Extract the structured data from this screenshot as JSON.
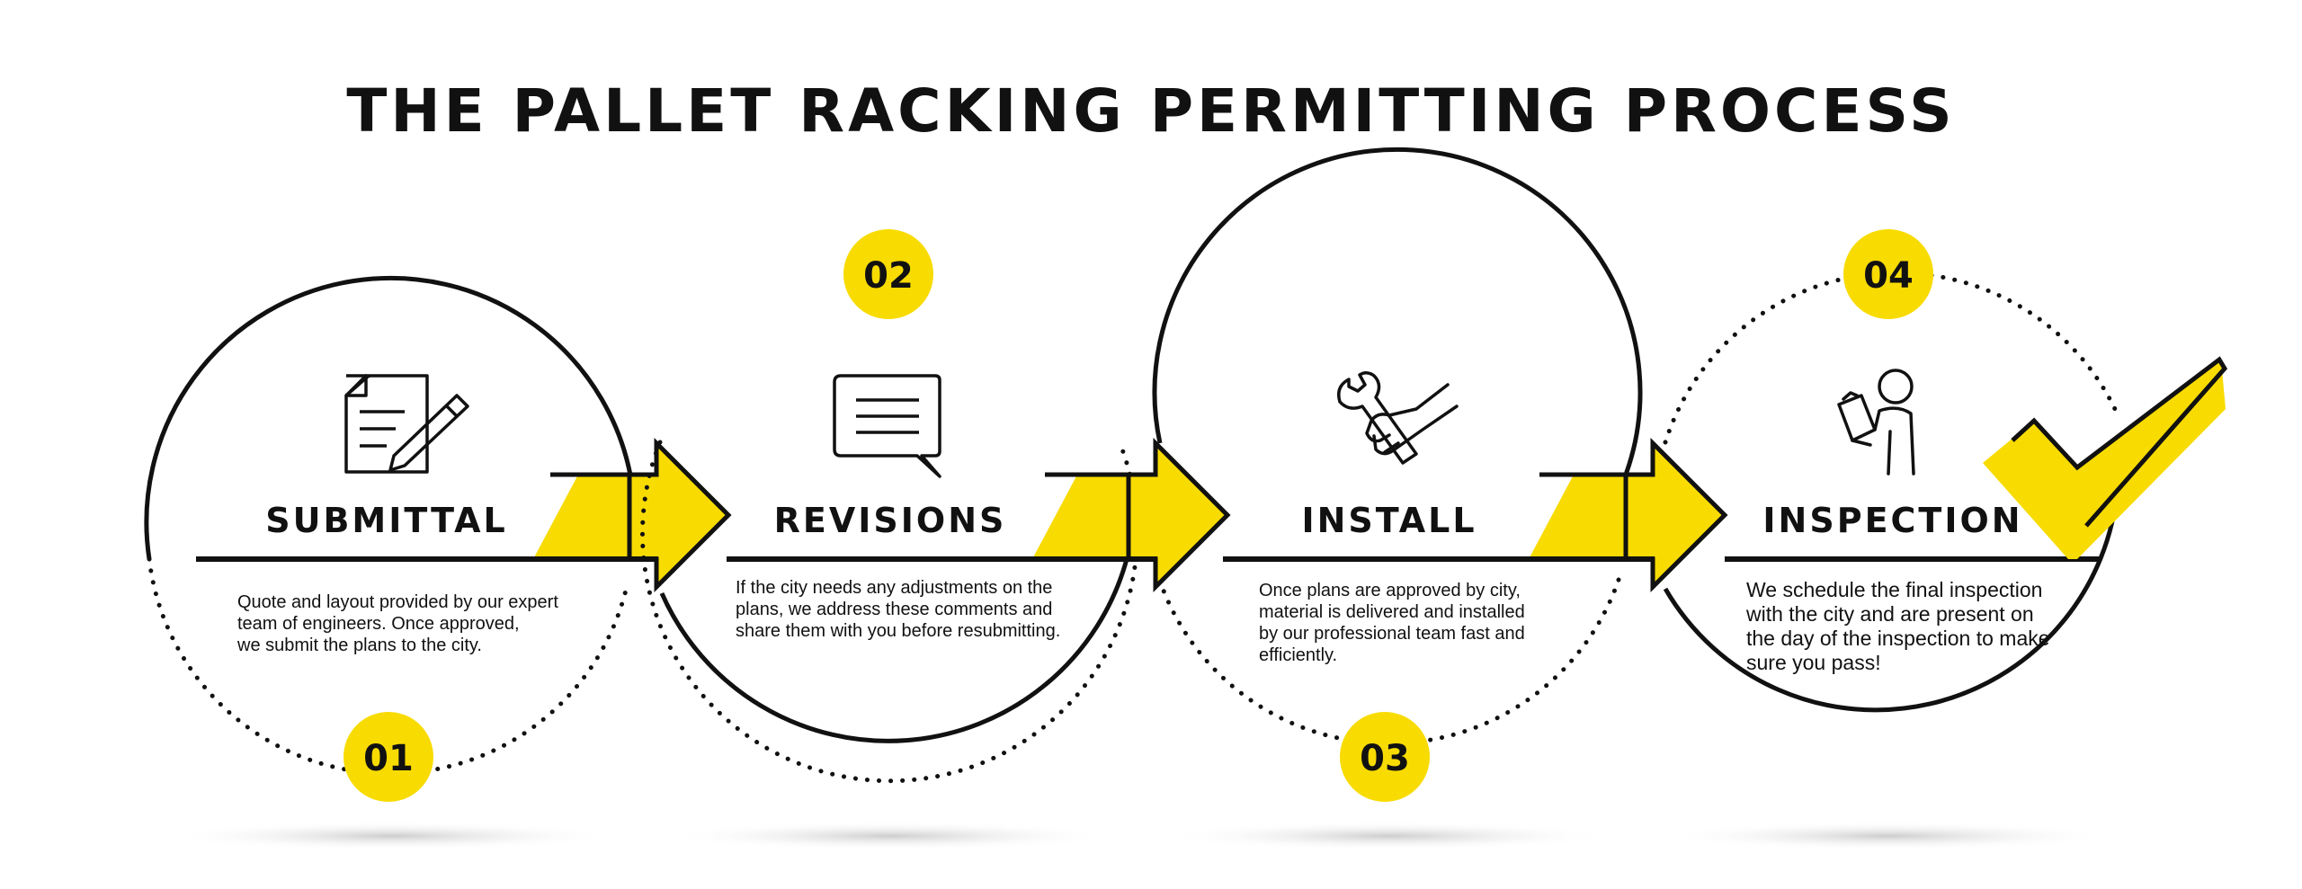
{
  "title": "THE PALLET RACKING PERMITTING PROCESS",
  "accent_color": "#F8DB00",
  "ink_color": "#111111",
  "steps": [
    {
      "number": "01",
      "title": "SUBMITTAL",
      "icon": "document-pencil-icon",
      "description": [
        "Quote and layout provided by our expert",
        "team of engineers. Once approved,",
        "we submit the plans to the city."
      ]
    },
    {
      "number": "02",
      "title": "REVISIONS",
      "icon": "speech-bubble-icon",
      "description": [
        "If the city needs any adjustments on the",
        "plans, we address these comments and",
        "share them with you before resubmitting."
      ]
    },
    {
      "number": "03",
      "title": "INSTALL",
      "icon": "hand-wrench-icon",
      "description": [
        "Once plans are approved by city,",
        "material is delivered and installed",
        "by our professional team fast and",
        "efficiently."
      ]
    },
    {
      "number": "04",
      "title": "INSPECTION",
      "icon": "inspector-clipboard-icon",
      "description": [
        "We schedule the final inspection",
        "with the city and are present on",
        "the day of the inspection to make",
        "sure you pass!"
      ]
    }
  ],
  "final_mark": "checkmark-icon"
}
